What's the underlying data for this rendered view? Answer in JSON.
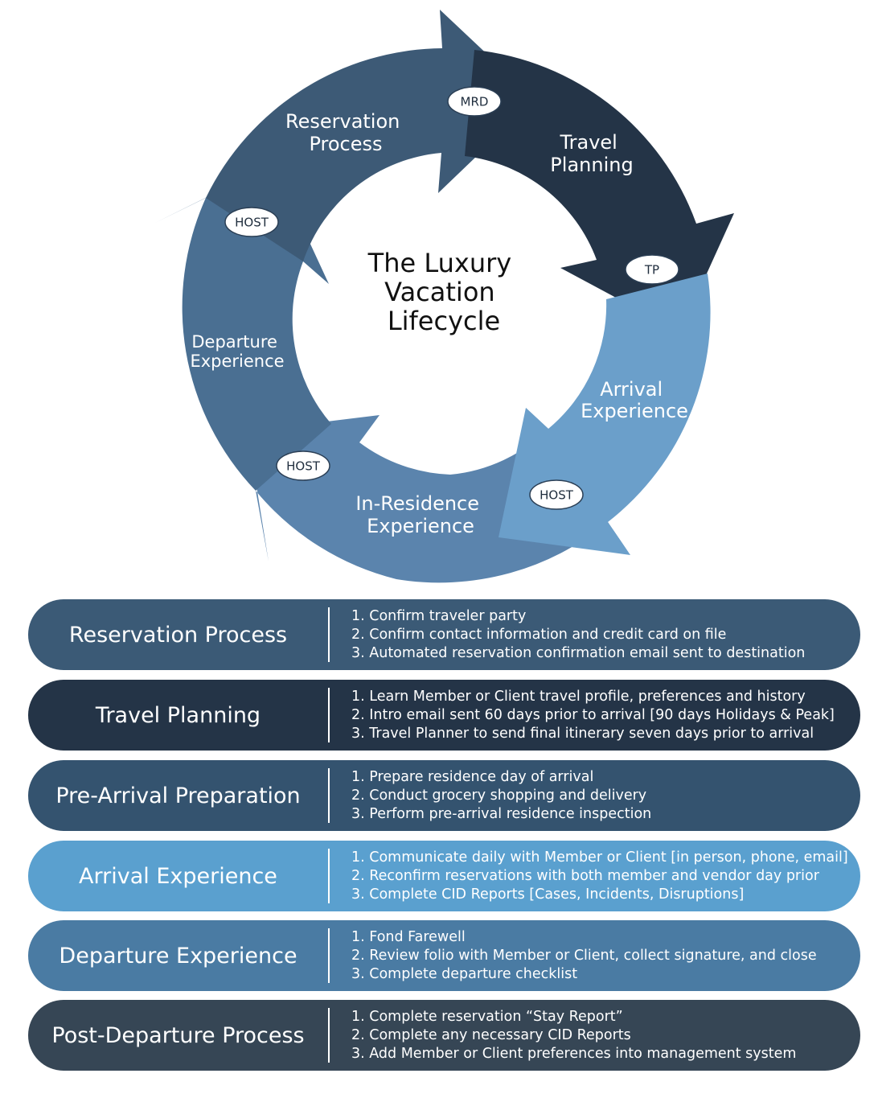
{
  "diagram": {
    "center_title": [
      "The Luxury",
      "Vacation",
      "Lifecycle"
    ],
    "colors": {
      "reservation": "#3d5a76",
      "travel": "#243447",
      "arrival": "#6b9fca",
      "inresidence": "#5b84ad",
      "departure": "#4a6f92",
      "badge_fill": "#ffffff"
    },
    "segments": [
      {
        "id": "reservation",
        "label": [
          "Reservation",
          "Process"
        ]
      },
      {
        "id": "travel",
        "label": [
          "Travel",
          "Planning"
        ]
      },
      {
        "id": "arrival",
        "label": [
          "Arrival",
          "Experience"
        ]
      },
      {
        "id": "inresidence",
        "label": [
          "In-Residence",
          "Experience"
        ]
      },
      {
        "id": "departure",
        "label": [
          "Departure",
          "Experience"
        ]
      }
    ],
    "badges": [
      {
        "id": "mrd",
        "text": "MRD"
      },
      {
        "id": "tp",
        "text": "TP"
      },
      {
        "id": "host-arrival",
        "text": "HOST"
      },
      {
        "id": "host-inresidence",
        "text": "HOST"
      },
      {
        "id": "host-departure",
        "text": "HOST"
      }
    ]
  },
  "stages": [
    {
      "title": "Reservation Process",
      "color": "#3b5a76",
      "steps": [
        "1. Confirm traveler party",
        "2. Confirm contact information and credit card on file",
        "3. Automated reservation confirmation email sent to destination"
      ]
    },
    {
      "title": "Travel Planning",
      "color": "#243447",
      "steps": [
        "1. Learn Member or Client travel profile, preferences and history",
        "2. Intro email sent 60 days prior to arrival [90 days Holidays & Peak]",
        "3. Travel Planner to send final itinerary seven days prior to arrival"
      ]
    },
    {
      "title": "Pre-Arrival Preparation",
      "color": "#34536f",
      "steps": [
        "1. Prepare residence day of arrival",
        "2. Conduct grocery shopping and delivery",
        "3. Perform pre-arrival residence inspection"
      ]
    },
    {
      "title": "Arrival Experience",
      "color": "#5aa0cf",
      "steps": [
        "1. Communicate daily with Member or Client [in person, phone, email]",
        "2. Reconfirm reservations with both member and vendor day prior",
        "3. Complete CID Reports [Cases, Incidents, Disruptions]"
      ]
    },
    {
      "title": "Departure Experience",
      "color": "#4a7ba3",
      "steps": [
        "1. Fond Farewell",
        "2. Review folio with Member or Client, collect signature, and close",
        "3. Complete departure checklist"
      ]
    },
    {
      "title": "Post-Departure Process",
      "color": "#364655",
      "steps": [
        "1. Complete reservation “Stay Report”",
        "2. Complete any necessary CID Reports",
        "3. Add Member or Client preferences into management system"
      ]
    }
  ]
}
